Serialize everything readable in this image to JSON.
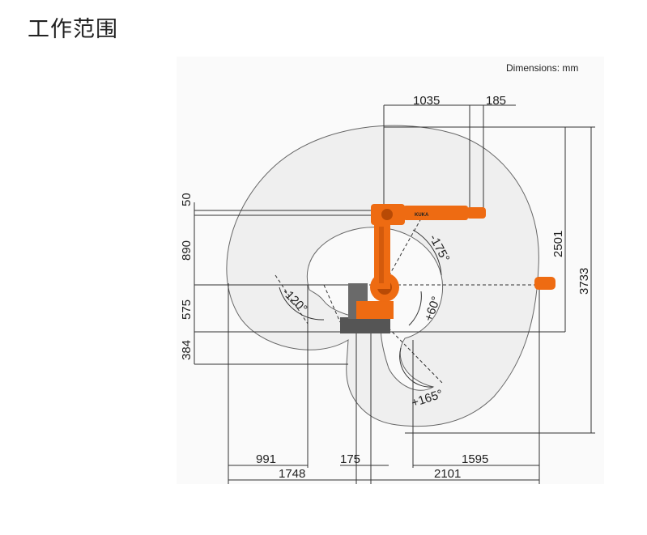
{
  "page": {
    "title": "工作范围"
  },
  "diagram": {
    "units_note": "Dimensions: mm",
    "top_dims": [
      "1035",
      "185"
    ],
    "left_dims": [
      "50",
      "890",
      "575",
      "384"
    ],
    "right_dims": [
      "2501",
      "3733"
    ],
    "bottom_row1": [
      "991",
      "175",
      "1595"
    ],
    "bottom_row2": [
      "1748",
      "2101"
    ],
    "angles": {
      "a1": "-175°",
      "a2": "-120°",
      "a3": "+60°",
      "a4": "+165°"
    },
    "brand_label": "KUKA",
    "colors": {
      "robot": "#ee6b12",
      "robot_dark": "#b84a05",
      "base": "#555555",
      "envelope": "#efefef"
    }
  }
}
